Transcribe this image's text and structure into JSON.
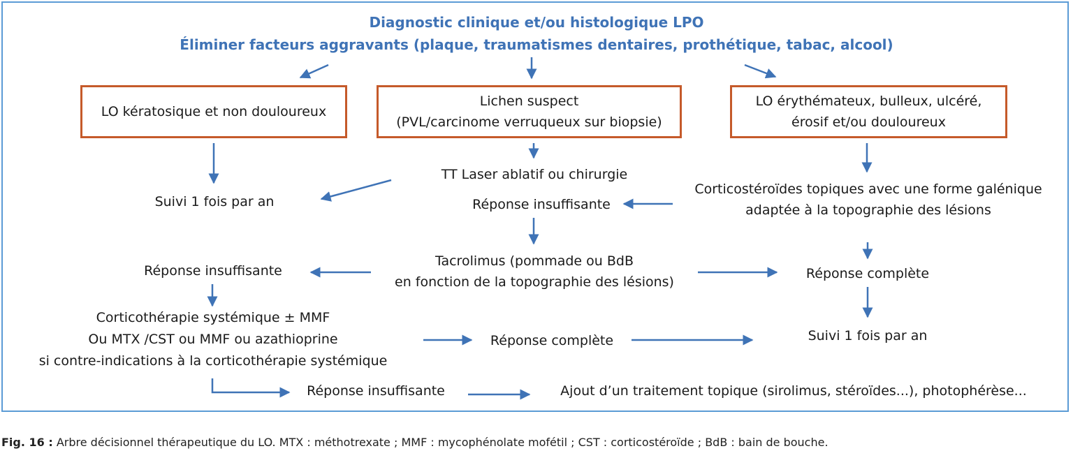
{
  "header": {
    "line1": "Diagnostic clinique et/ou histologique LPO",
    "line2": "Éliminer facteurs aggravants (plaque, traumatismes dentaires, prothétique, tabac, alcool)"
  },
  "boxes": {
    "left": "LO kératosique et non douloureux",
    "middle_line1": "Lichen suspect",
    "middle_line2": "(PVL/carcinome verruqueux sur biopsie)",
    "right_line1": "LO érythémateux, bulleux, ulcéré,",
    "right_line2": "érosif et/ou douloureux"
  },
  "nodes": {
    "suivi_left": "Suivi 1 fois par an",
    "tt_laser": "TT Laser ablatif ou chirurgie",
    "reponse_insuff_mid": "Réponse insuffisante",
    "cortico_topique_line1": "Corticostéroïdes topiques avec une forme galénique",
    "cortico_topique_line2": "adaptée à la topographie des lésions",
    "tacrolimus_line1": "Tacrolimus (pommade ou BdB",
    "tacrolimus_line2": "en fonction de la topographie des lésions)",
    "reponse_insuff_left": "Réponse insuffisante",
    "reponse_complete_right": "Réponse complète",
    "cortico_syst_line1": "Corticothérapie systémique ± MMF",
    "cortico_syst_line2": "Ou MTX /CST ou MMF ou azathioprine",
    "cortico_syst_line3": "si contre-indications à la corticothérapie systémique",
    "reponse_complete_mid": "Réponse complète",
    "suivi_right": "Suivi 1 fois par an",
    "reponse_insuff_bottom": "Réponse insuffisante",
    "ajout": "Ajout d’un traitement topique (sirolimus, stéroïdes...), photophérèse..."
  },
  "caption": {
    "label": "Fig. 16 :",
    "text": " Arbre décisionnel thérapeutique du LO. MTX : méthotrexate ; MMF : mycophénolate mofétil ; CST : corticostéroïde ; BdB : bain de bouche."
  },
  "colors": {
    "border": "#5b9bd5",
    "header_text": "#3f73b6",
    "box_border": "#c55a2a",
    "arrow": "#3f73b6"
  }
}
